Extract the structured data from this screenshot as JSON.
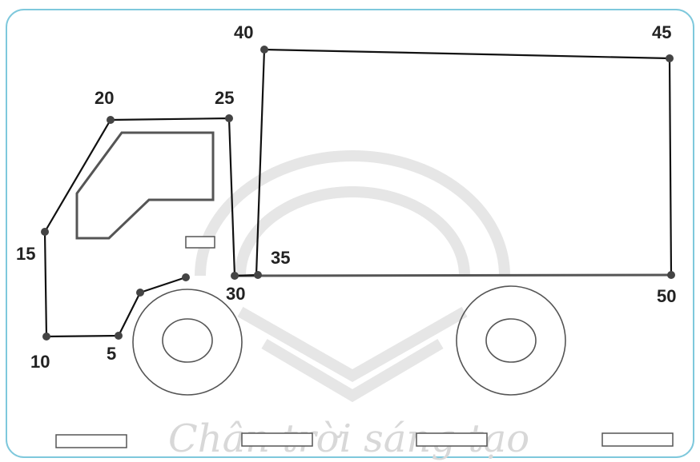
{
  "watermark": {
    "text": "Chân trời sáng tạo"
  },
  "labels": {
    "n5": "5",
    "n10": "10",
    "n15": "15",
    "n20": "20",
    "n25": "25",
    "n30": "30",
    "n35": "35",
    "n40": "40",
    "n45": "45",
    "n50": "50"
  },
  "colors": {
    "frame": "#7ec8dc",
    "line": "#111111",
    "outline": "#555555",
    "dot": "#444444",
    "watermark": "#d8d8d8"
  }
}
